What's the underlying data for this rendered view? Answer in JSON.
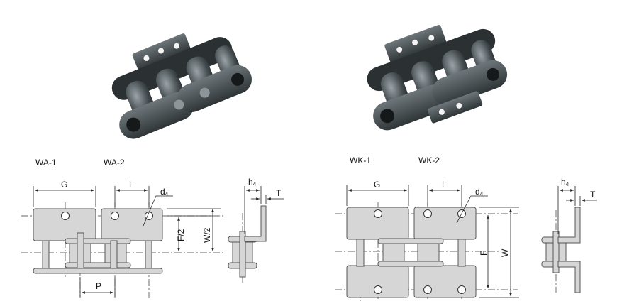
{
  "colors": {
    "plate_fill": "#d6d6d6",
    "plate_stroke": "#555555",
    "line": "#222222",
    "chain_metal": "#4a5256"
  },
  "photos": {
    "left": "wa-attachment-chain-photo",
    "right": "wk-attachment-chain-photo"
  },
  "left_diagram": {
    "label_1": "WA-1",
    "label_2": "WA-2",
    "dims": {
      "g": "G",
      "l": "L",
      "d4": "d",
      "d4_sub": "4",
      "f_half": "F/2",
      "w_half": "W/2",
      "p": "P",
      "h4": "h",
      "h4_sub": "4",
      "t": "T"
    }
  },
  "right_diagram": {
    "label_1": "WK-1",
    "label_2": "WK-2",
    "dims": {
      "g": "G",
      "l": "L",
      "d4": "d",
      "d4_sub": "4",
      "f": "F",
      "w": "W",
      "h4": "h",
      "h4_sub": "4",
      "t": "T"
    }
  }
}
